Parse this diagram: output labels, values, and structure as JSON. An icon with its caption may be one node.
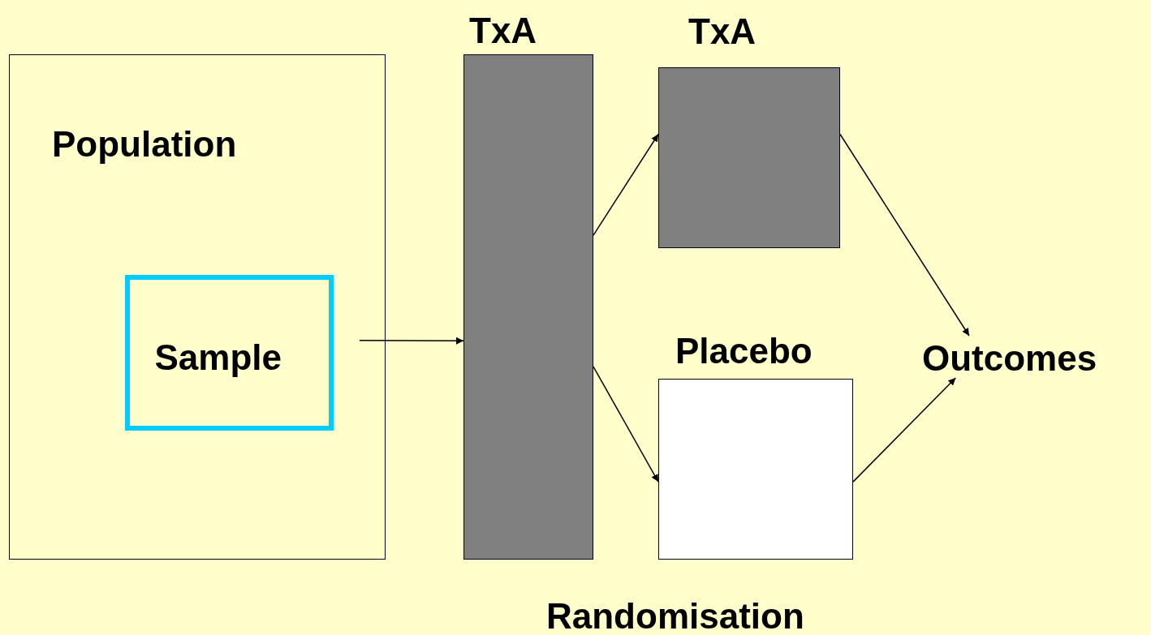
{
  "diagram": {
    "nodes": [
      {
        "text": [
          "Population"
        ]
      },
      {
        "text": [
          "Sample"
        ],
        "in": 0
      },
      {
        "text": [
          "TxA"
        ],
        "beside": [
          "Randomisation"
        ]
      },
      {
        "text": [
          "TxA"
        ]
      },
      {
        "text": [
          "Placebo"
        ]
      },
      {
        "text": [
          "Outcomes"
        ]
      }
    ],
    "edges": [
      {
        "from": 1,
        "to": 2,
        "arrow": "to"
      },
      {
        "from": 2,
        "to": 3,
        "arrow": "to"
      },
      {
        "from": 2,
        "to": 4,
        "arrow": "to"
      },
      {
        "from": 3,
        "to": 5,
        "arrow": "to"
      },
      {
        "from": 4,
        "to": 5,
        "arrow": "to"
      }
    ]
  }
}
